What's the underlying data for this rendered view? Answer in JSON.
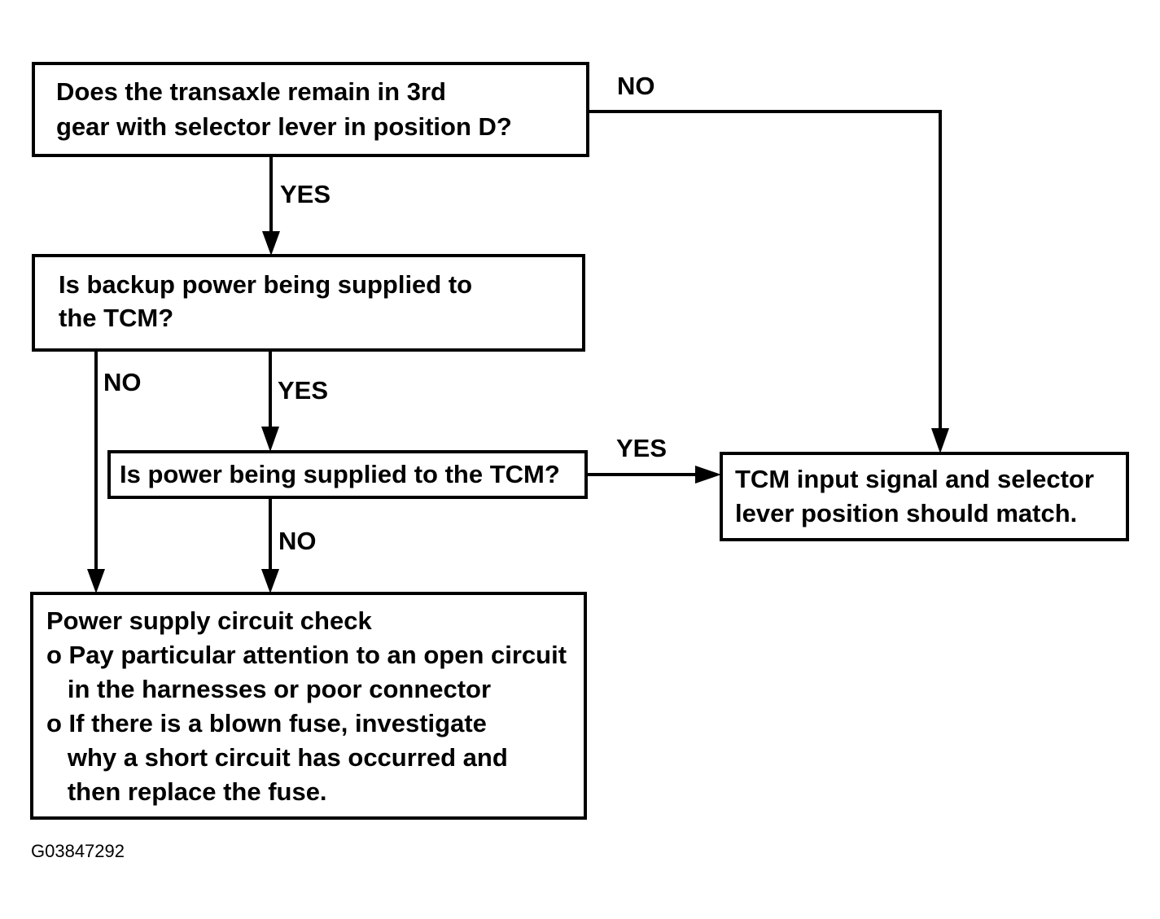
{
  "nodes": {
    "q_third_gear": {
      "lines": [
        "Does the transaxle remain in 3rd",
        "gear with selector lever in position D?"
      ]
    },
    "q_backup_power": {
      "lines": [
        "Is backup power being supplied to",
        "the TCM?"
      ]
    },
    "q_power": {
      "lines": [
        "Is power being supplied to the TCM?"
      ]
    },
    "tcm_match": {
      "lines": [
        "TCM input signal and selector",
        "lever position should match."
      ]
    },
    "power_check": {
      "lines": [
        "Power supply circuit check",
        "o Pay particular attention to an open circuit",
        "   in the harnesses or poor connector",
        "o If there is a blown fuse, investigate",
        "   why a short circuit has occurred and",
        "   then replace the fuse."
      ]
    }
  },
  "edges": [
    {
      "from": "q_third_gear",
      "to": "tcm_match",
      "label": "NO"
    },
    {
      "from": "q_third_gear",
      "to": "q_backup_power",
      "label": "YES"
    },
    {
      "from": "q_backup_power",
      "to": "power_check",
      "label": "NO"
    },
    {
      "from": "q_backup_power",
      "to": "q_power",
      "label": "YES"
    },
    {
      "from": "q_power",
      "to": "tcm_match",
      "label": "YES"
    },
    {
      "from": "q_power",
      "to": "power_check",
      "label": "NO"
    }
  ],
  "figure_id": "G03847292"
}
